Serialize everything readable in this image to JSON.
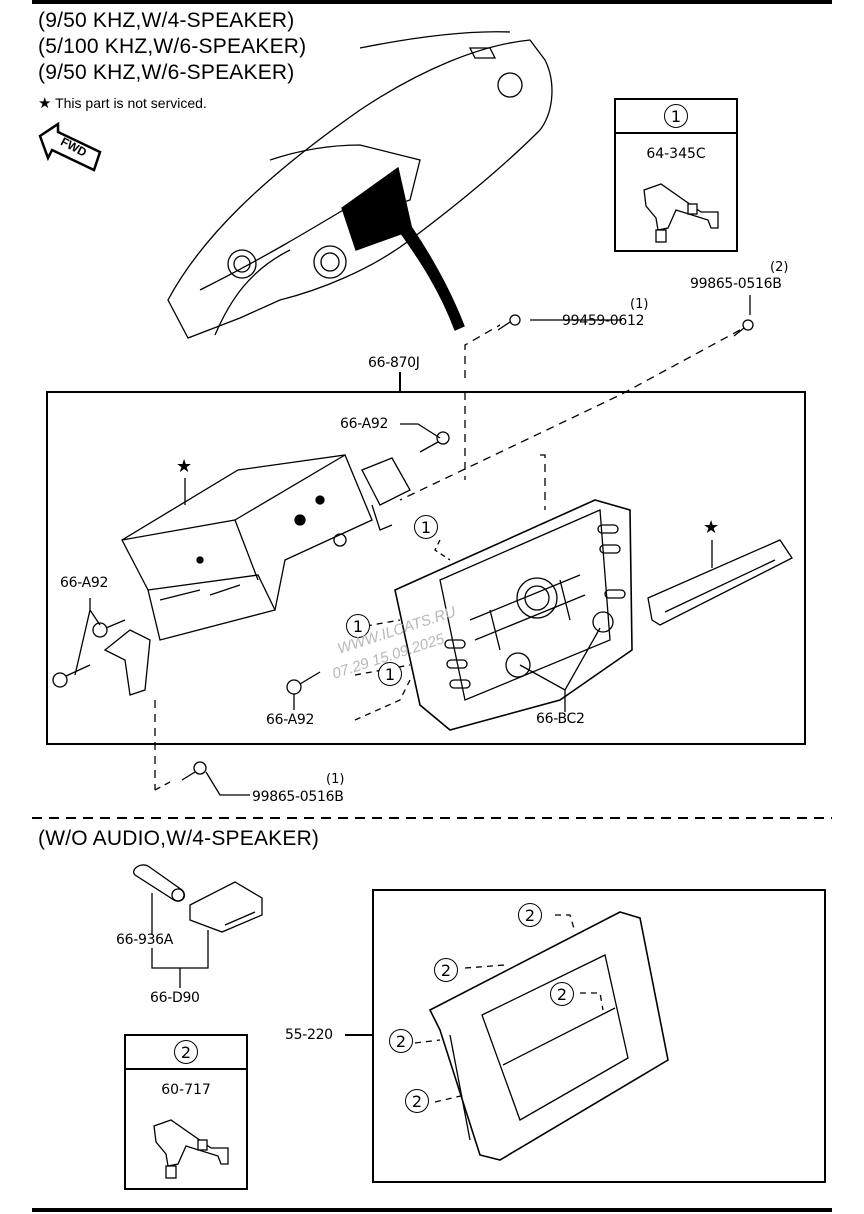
{
  "header": {
    "variants": [
      "(9/50 KHZ,W/4-SPEAKER)",
      "(5/100 KHZ,W/6-SPEAKER)",
      "(9/50 KHZ,W/6-SPEAKER)"
    ],
    "note_symbol": "★",
    "note_text": "This part is not serviced.",
    "fwd_label": "FWD"
  },
  "upper_section": {
    "assembly_part": "66-870J",
    "callouts": [
      {
        "part": "99459-0612",
        "qty": "(1)"
      },
      {
        "part": "99865-0516B",
        "qty": "(2)"
      },
      {
        "part": "66-A92"
      },
      {
        "part": "66-A92"
      },
      {
        "part": "66-A92"
      },
      {
        "part": "66-BC2"
      },
      {
        "part": "99865-0516B",
        "qty": "(1)"
      }
    ],
    "clip_refs": [
      "1",
      "1",
      "1",
      "1"
    ],
    "not_serviced_marks": [
      "★",
      "★"
    ],
    "legend": {
      "ref": "1",
      "part": "64-345C"
    }
  },
  "watermark": {
    "line1": "WWW.ILCATS.RU",
    "line2": "07.29 15.09.2025"
  },
  "lower_section": {
    "title": "(W/O AUDIO,W/4-SPEAKER)",
    "callouts": [
      {
        "part": "66-936A"
      },
      {
        "part": "66-D90"
      },
      {
        "part": "55-220"
      }
    ],
    "clip_refs": [
      "2",
      "2",
      "2",
      "2",
      "2"
    ],
    "legend": {
      "ref": "2",
      "part": "60-717"
    }
  }
}
